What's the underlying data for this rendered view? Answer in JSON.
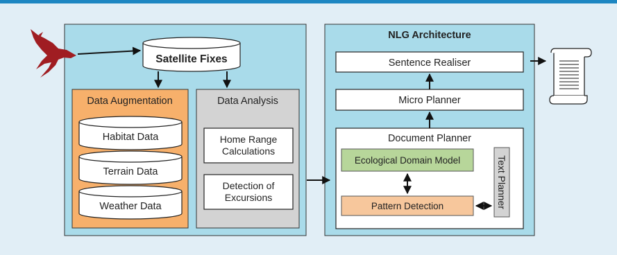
{
  "diagram": {
    "satellite_fixes": "Satellite Fixes",
    "data_augmentation": {
      "title": "Data Augmentation",
      "items": [
        "Habitat Data",
        "Terrain Data",
        "Weather Data"
      ]
    },
    "data_analysis": {
      "title": "Data Analysis",
      "items": [
        {
          "line1": "Home Range",
          "line2": "Calculations"
        },
        {
          "line1": "Detection of",
          "line2": "Excursions"
        }
      ]
    },
    "nlg": {
      "title": "NLG Architecture",
      "sentence_realiser": "Sentence Realiser",
      "micro_planner": "Micro Planner",
      "document_planner": "Document Planner",
      "ecological_domain_model": "Ecological Domain Model",
      "pattern_detection": "Pattern Detection",
      "text_planner": "Text Planner"
    }
  },
  "colors": {
    "background": "#e1eef6",
    "accent_bar": "#1d86c2",
    "panel": "#a9dbea",
    "augmentation": "#f7b06b",
    "analysis": "#d3d3d3",
    "domain_model": "#b7d69a",
    "pattern": "#f7c79c",
    "bird": "#a01d22"
  },
  "icons": {
    "bird": "red-kite-icon",
    "document": "scroll-document-icon"
  }
}
